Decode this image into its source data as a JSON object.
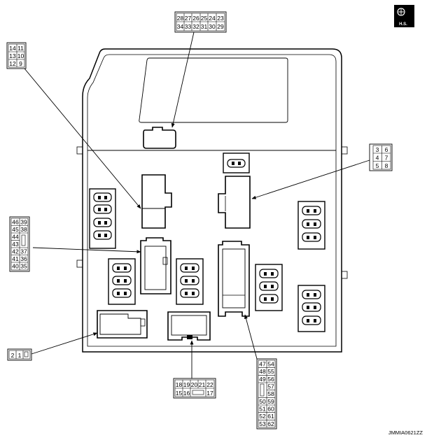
{
  "figure_code": "JMMIA0621ZZ",
  "badge": {
    "icon": "hs-logo-icon",
    "label": "H.S."
  },
  "connectors": {
    "top": {
      "rows": [
        [
          "28",
          "27",
          "26",
          "25",
          "24",
          "23"
        ],
        [
          "34",
          "33",
          "32",
          "31",
          "30",
          "29"
        ]
      ]
    },
    "upper_left": {
      "rows": [
        [
          "14",
          "11"
        ],
        [
          "13",
          "10"
        ],
        [
          "12",
          "9"
        ]
      ]
    },
    "right": {
      "rows": [
        [
          "3",
          "6"
        ],
        [
          "4",
          "7"
        ],
        [
          "5",
          "8"
        ]
      ]
    },
    "left": {
      "rows": [
        [
          "46",
          "39"
        ],
        [
          "45",
          "38"
        ],
        [
          "44",
          ""
        ],
        [
          "43",
          ""
        ],
        [
          "42",
          "37"
        ],
        [
          "41",
          "36"
        ],
        [
          "40",
          "35"
        ]
      ]
    },
    "bottom_left": {
      "cells": [
        "2",
        "1"
      ]
    },
    "bottom_mid": {
      "rows": [
        [
          "18",
          "19",
          "20",
          "21",
          "22"
        ],
        [
          "15",
          "16",
          "",
          "",
          "17"
        ]
      ]
    },
    "bottom_right": {
      "rows": [
        [
          "47",
          "54"
        ],
        [
          "48",
          "55"
        ],
        [
          "49",
          "56"
        ],
        [
          "",
          "57"
        ],
        [
          "",
          "58"
        ],
        [
          "50",
          "59"
        ],
        [
          "51",
          "60"
        ],
        [
          "52",
          "61"
        ],
        [
          "53",
          "62"
        ]
      ]
    }
  }
}
